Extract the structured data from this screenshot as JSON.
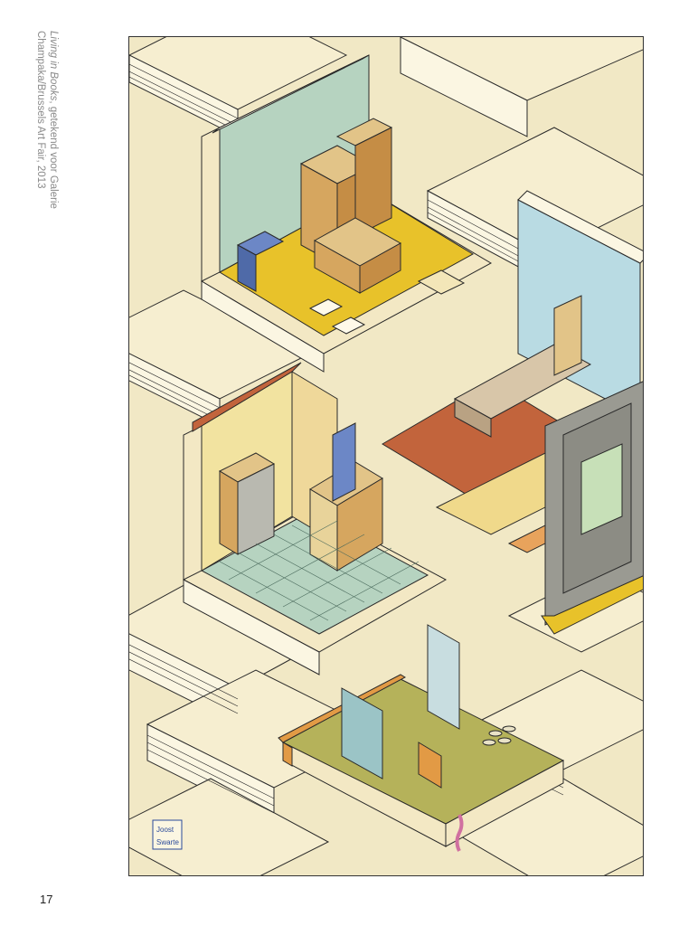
{
  "caption": {
    "title": "Living in Books",
    "text": ", getekend voor Galerie",
    "line2": "Champaka/Brussels Art Fair, 2013"
  },
  "page_number": "17",
  "artwork": {
    "signature": [
      "Joost",
      "Swarte"
    ],
    "palette": {
      "background": "#f1e8c5",
      "line": "#2a2a2a",
      "yellow": "#e8c22a",
      "mint": "#b6d3c0",
      "sky": "#b9dbe3",
      "terracotta": "#c2643c",
      "olive": "#b5b25a",
      "orange": "#e29a45",
      "grey": "#9a9a92"
    }
  }
}
